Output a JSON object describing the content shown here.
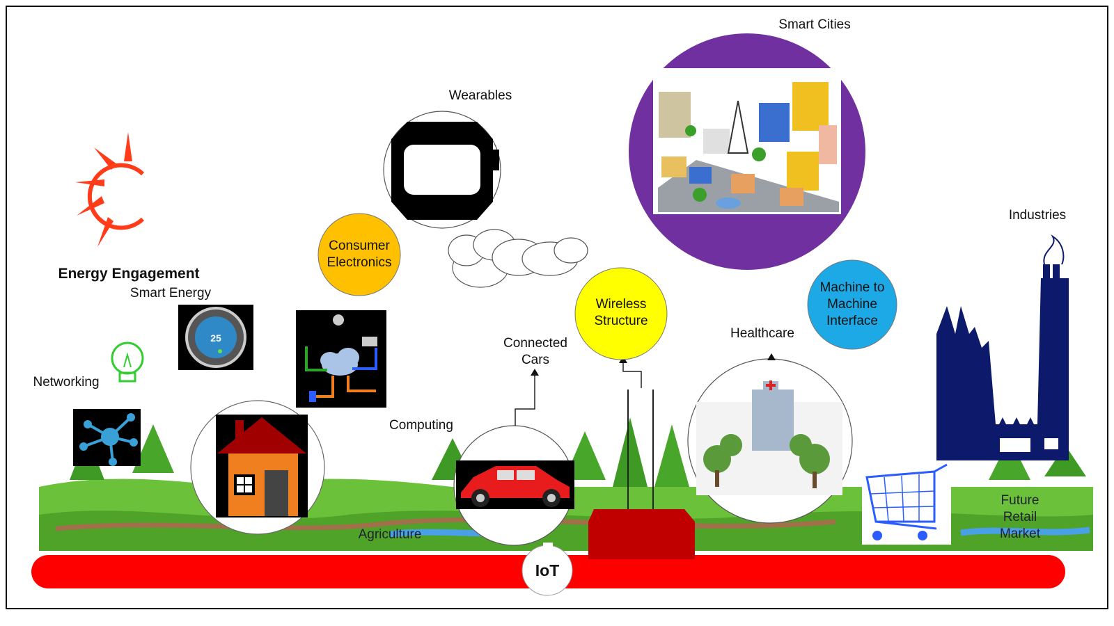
{
  "labels": {
    "smart_cities": "Smart Cities",
    "wearables": "Wearables",
    "industries": "Industries",
    "energy_engagement": "Energy Engagement",
    "smart_energy": "Smart Energy",
    "consumer_electronics": "Consumer\nElectronics",
    "wireless_structure": "Wireless\nStructure",
    "machine_to_machine": "Machine to\nMachine\nInterface",
    "connected_cars": "Connected\nCars",
    "healthcare": "Healthcare",
    "networking": "Networking",
    "computing": "Computing",
    "agriculture": "Agriculture",
    "future_retail": "Future\nRetail\nMarket",
    "iot": "IoT",
    "thermostat_value": "25"
  },
  "colors": {
    "iot_bar": "#ff0000",
    "purple_circle": "#7030a0",
    "consumer_electronics": "#ffc000",
    "wireless_structure": "#ffff00",
    "machine_to_machine": "#1ca9e6",
    "factory": "#0d1a6b",
    "house_roof": "#a00000",
    "house_body": "#f07f20",
    "car": "#e81c1c",
    "sun": "#ff3b1a",
    "cart": "#2a5cff",
    "grass": "#5cb82a",
    "tower_base": "#c00000"
  },
  "icons": [
    "sun-icon",
    "bulb-icon",
    "thermostat-icon",
    "network-hub-icon",
    "house-icon",
    "cloud-computing-icon",
    "smartwatch-icon",
    "cloud-icon",
    "car-icon",
    "tower-icon",
    "hospital-icon",
    "factory-icon",
    "shopping-cart-icon",
    "city-icon"
  ]
}
